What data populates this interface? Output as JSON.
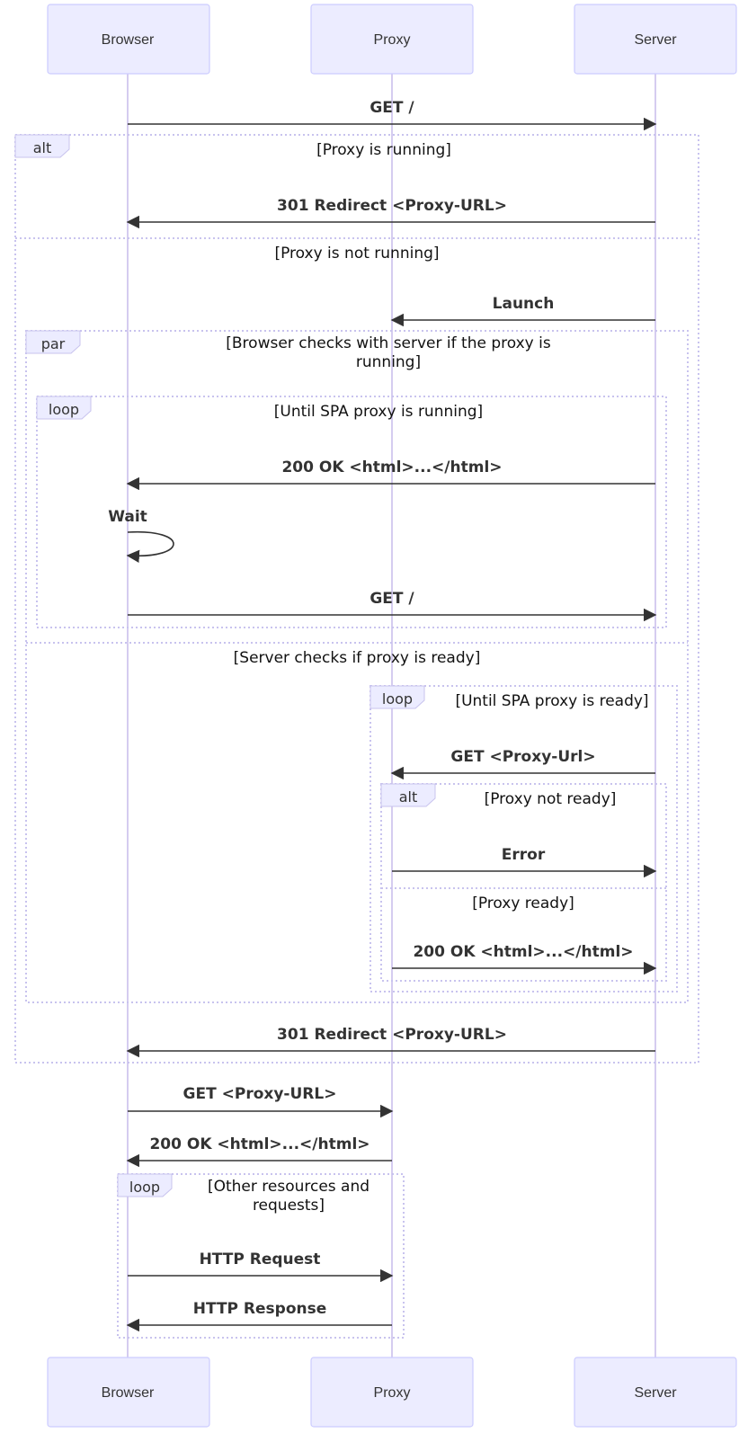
{
  "actors": [
    {
      "id": "browser",
      "label": "Browser"
    },
    {
      "id": "proxy",
      "label": "Proxy"
    },
    {
      "id": "server",
      "label": "Server"
    }
  ],
  "messages": [
    {
      "id": "m1",
      "from": "browser",
      "to": "server",
      "label": "GET /"
    },
    {
      "id": "m2",
      "from": "server",
      "to": "browser",
      "label": "301 Redirect <Proxy-URL>"
    },
    {
      "id": "m3",
      "from": "server",
      "to": "proxy",
      "label": "Launch"
    },
    {
      "id": "m4",
      "from": "server",
      "to": "browser",
      "label": "200 OK <html>...</html>"
    },
    {
      "id": "m5",
      "from": "browser",
      "to": "browser",
      "label": "Wait"
    },
    {
      "id": "m6",
      "from": "browser",
      "to": "server",
      "label": "GET /"
    },
    {
      "id": "m7",
      "from": "server",
      "to": "proxy",
      "label": "GET <Proxy-Url>"
    },
    {
      "id": "m8",
      "from": "proxy",
      "to": "server",
      "label": "Error"
    },
    {
      "id": "m9",
      "from": "proxy",
      "to": "server",
      "label": "200 OK <html>...</html>"
    },
    {
      "id": "m10",
      "from": "server",
      "to": "browser",
      "label": "301 Redirect <Proxy-URL>"
    },
    {
      "id": "m11",
      "from": "browser",
      "to": "proxy",
      "label": "GET <Proxy-URL>"
    },
    {
      "id": "m12",
      "from": "proxy",
      "to": "browser",
      "label": "200 OK <html>...</html>"
    },
    {
      "id": "m13",
      "from": "browser",
      "to": "proxy",
      "label": "HTTP Request"
    },
    {
      "id": "m14",
      "from": "proxy",
      "to": "browser",
      "label": "HTTP Response"
    }
  ],
  "frames": [
    {
      "id": "f1",
      "keyword": "alt",
      "conditions": [
        "[Proxy is running]",
        "[Proxy is not running]"
      ]
    },
    {
      "id": "f2",
      "keyword": "par",
      "conditions": [
        "[Browser checks with server if the proxy is running]",
        "[Server checks if proxy is ready]"
      ]
    },
    {
      "id": "f3",
      "keyword": "loop",
      "conditions": [
        "[Until SPA proxy is running]"
      ]
    },
    {
      "id": "f4",
      "keyword": "loop",
      "conditions": [
        "[Until SPA proxy is ready]"
      ]
    },
    {
      "id": "f5",
      "keyword": "alt",
      "conditions": [
        "[Proxy not ready]",
        "[Proxy ready]"
      ]
    },
    {
      "id": "f6",
      "keyword": "loop",
      "conditions": [
        "[Other resources and requests]"
      ]
    }
  ]
}
